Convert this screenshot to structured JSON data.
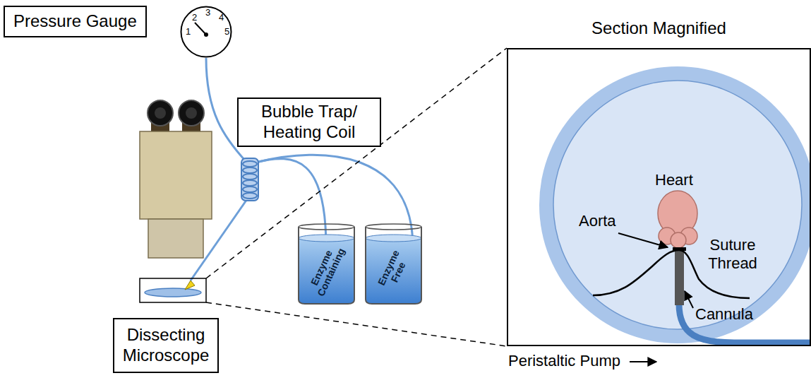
{
  "diagram": {
    "nodes": [
      {
        "text": [
          "Pressure Gauge"
        ]
      },
      {
        "text": [
          "1",
          "2",
          "3",
          "4",
          "5"
        ]
      },
      {
        "text": [
          "Bubble Trap/ Heating Coil"
        ]
      },
      {
        "text": [
          "Enzyme Containing"
        ]
      },
      {
        "text": [
          "Enzyme Free"
        ]
      },
      {
        "text": [
          "Dissecting Microscope"
        ]
      },
      {
        "text": [
          "Section Magnified"
        ]
      }
    ],
    "labels": [
      "Heart",
      "Aorta",
      "Suture Thread",
      "Cannula",
      "Peristaltic Pump"
    ]
  }
}
